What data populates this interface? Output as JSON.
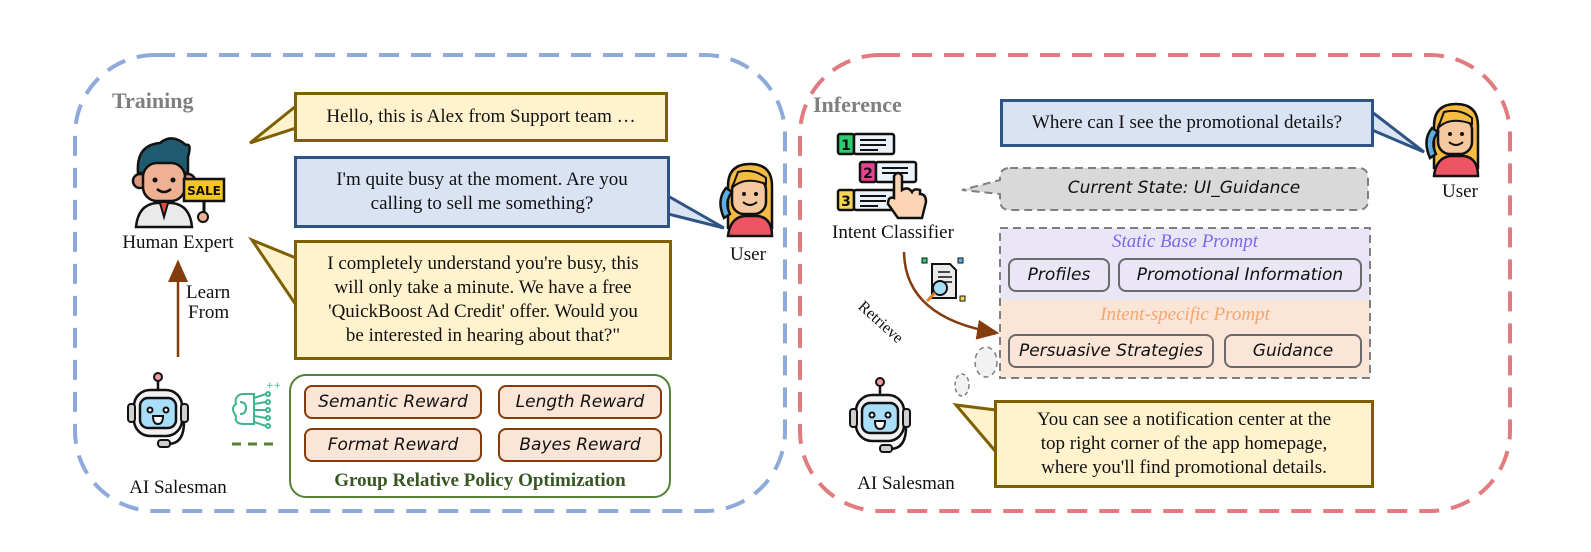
{
  "training": {
    "title": "Training",
    "human_expert_label": "Human Expert",
    "learn_from_label_line1": "Learn",
    "learn_from_label_line2": "From",
    "ai_salesman_label": "AI Salesman",
    "user_label": "User",
    "dialogue": [
      {
        "speaker": "expert",
        "text": "Hello, this is Alex from Support team …"
      },
      {
        "speaker": "user",
        "text_line1": "I'm quite busy at the moment. Are you",
        "text_line2": "calling to sell me something?"
      },
      {
        "speaker": "expert",
        "text_line1": "I completely understand you're busy, this",
        "text_line2": "will only take a minute. We have a free",
        "text_line3": "'QuickBoost Ad Credit' offer. Would you",
        "text_line4": "be interested in hearing about that?\""
      }
    ],
    "grpo": {
      "title": "Group Relative Policy Optimization",
      "rewards": [
        "Semantic Reward",
        "Length Reward",
        "Format Reward",
        "Bayes Reward"
      ]
    }
  },
  "inference": {
    "title": "Inference",
    "intent_classifier_label": "Intent Classifier",
    "retrieve_label": "Retrieve",
    "user_label": "User",
    "ai_salesman_label": "AI Salesman",
    "user_question": "Where can I see the promotional details?",
    "current_state": "Current State: UI_Guidance",
    "static_prompt": {
      "title": "Static Base Prompt",
      "items": [
        "Profiles",
        "Promotional Information"
      ]
    },
    "intent_prompt": {
      "title": "Intent-specific Prompt",
      "items": [
        "Persuasive Strategies",
        "Guidance"
      ]
    },
    "ai_response_line1": "You can see a notification center at the",
    "ai_response_line2": "top right corner of the app homepage,",
    "ai_response_line3": "where you'll find promotional details."
  },
  "colors": {
    "training_border": "#8eaadb",
    "inference_border": "#e07b7f",
    "expert_bubble_fill": "#fff2cc",
    "expert_bubble_border": "#7f6000",
    "user_bubble_fill": "#dae3f3",
    "user_bubble_border": "#2e5483",
    "grpo_border": "#548235",
    "grpo_title": "#385723",
    "reward_fill": "#fbe5d6",
    "reward_border": "#843c0c",
    "static_prompt_title": "#7b68ee",
    "intent_prompt_title": "#f4a672",
    "arrow": "#843c0c"
  }
}
